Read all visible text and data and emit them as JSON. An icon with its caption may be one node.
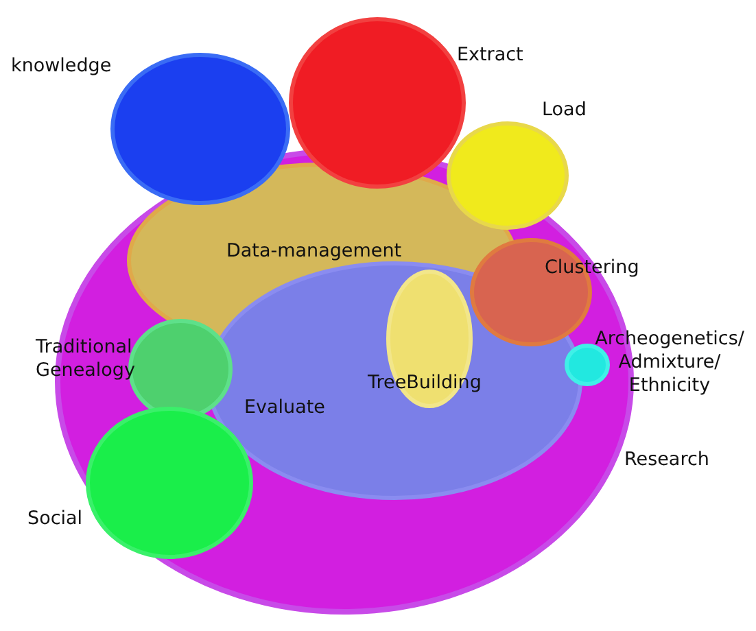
{
  "diagram": {
    "nodes": [
      {
        "text": [
          "Research"
        ]
      },
      {
        "text": [
          "Data-management"
        ],
        "in": 0
      },
      {
        "text": [
          "Evaluate"
        ],
        "in": 0
      },
      {
        "text": [
          "TreeBuilding"
        ],
        "in": 2
      },
      {
        "text": [
          "knowledge"
        ]
      },
      {
        "text": [
          "Extract"
        ]
      },
      {
        "text": [
          "Load"
        ]
      },
      {
        "text": [
          "Clustering"
        ],
        "in": 0
      },
      {
        "text": [
          "Traditional Genealogy"
        ],
        "in": 0
      },
      {
        "text": [
          "Social"
        ],
        "in": 0
      },
      {
        "text": [
          "Archeogenetics/ Admixture/ Ethnicity"
        ],
        "in": 0
      }
    ]
  }
}
